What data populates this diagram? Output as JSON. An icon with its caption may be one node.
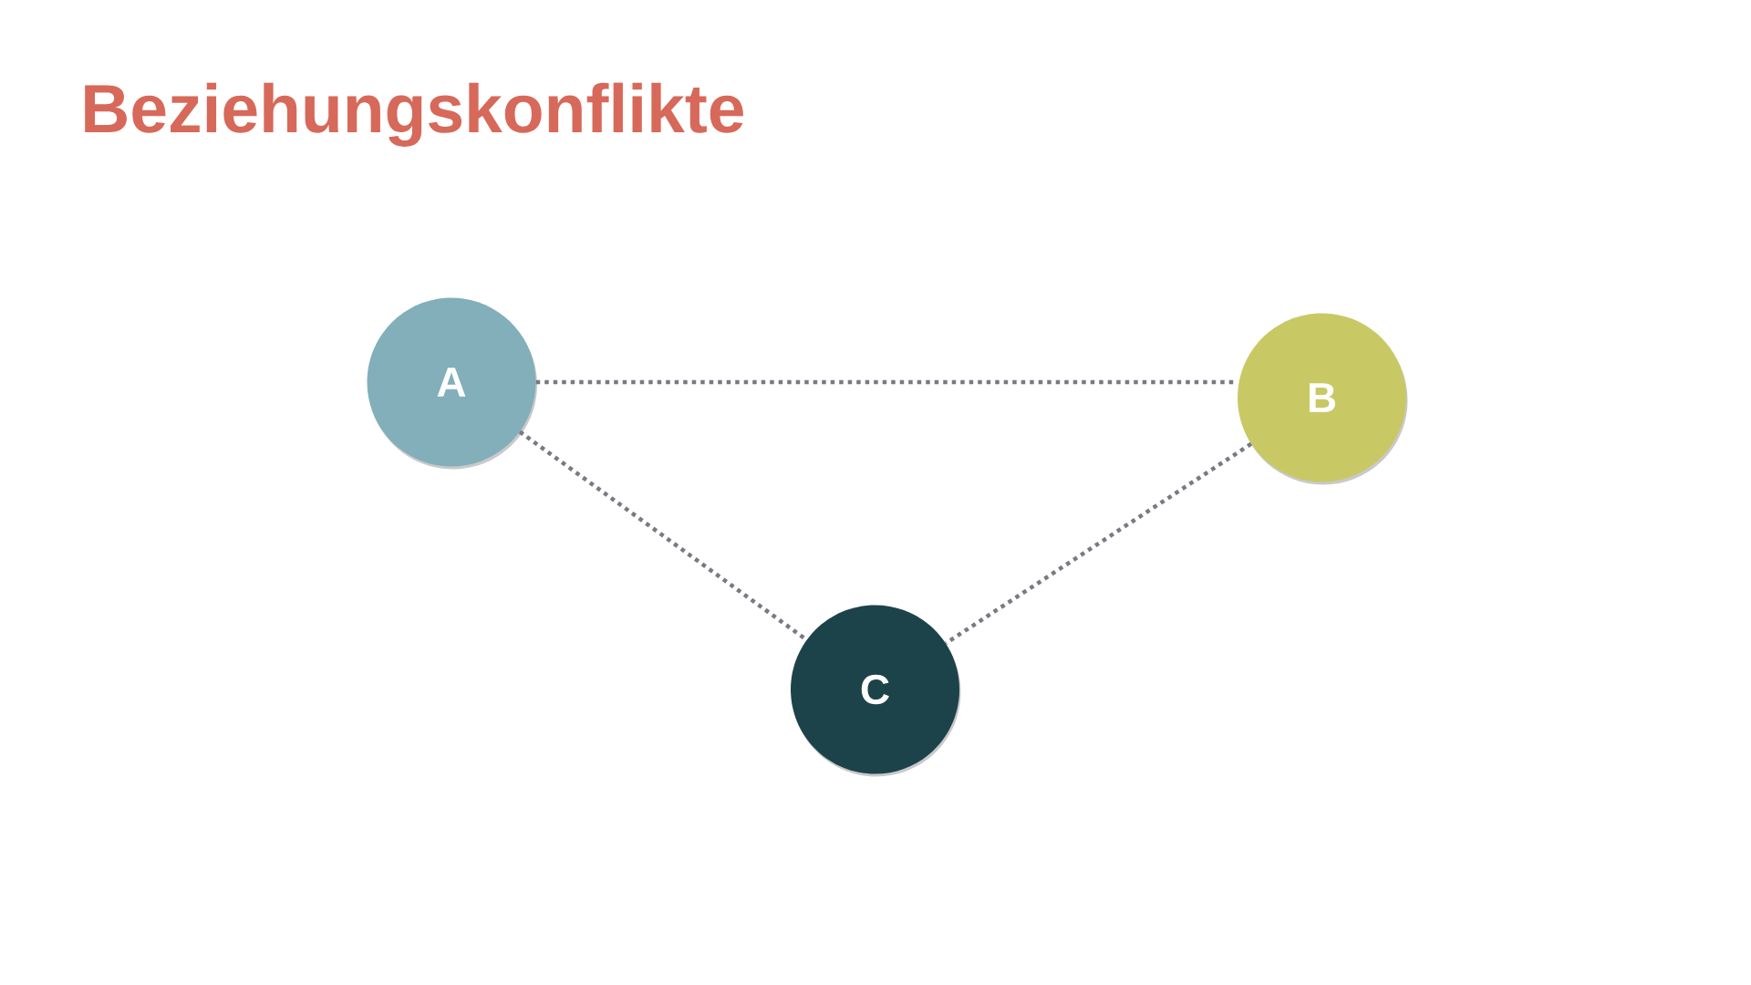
{
  "diagram": {
    "title": "Beziehungskonflikte",
    "nodes": [
      {
        "text": [
          "A"
        ]
      },
      {
        "text": [
          "B"
        ]
      },
      {
        "text": [
          "C"
        ]
      }
    ],
    "edges": [
      {
        "from": 0,
        "to": 1,
        "arrow": "none",
        "style": "dashed"
      },
      {
        "from": 0,
        "to": 2,
        "arrow": "none",
        "style": "dashed"
      },
      {
        "from": 1,
        "to": 2,
        "arrow": "none",
        "style": "dashed"
      }
    ]
  }
}
